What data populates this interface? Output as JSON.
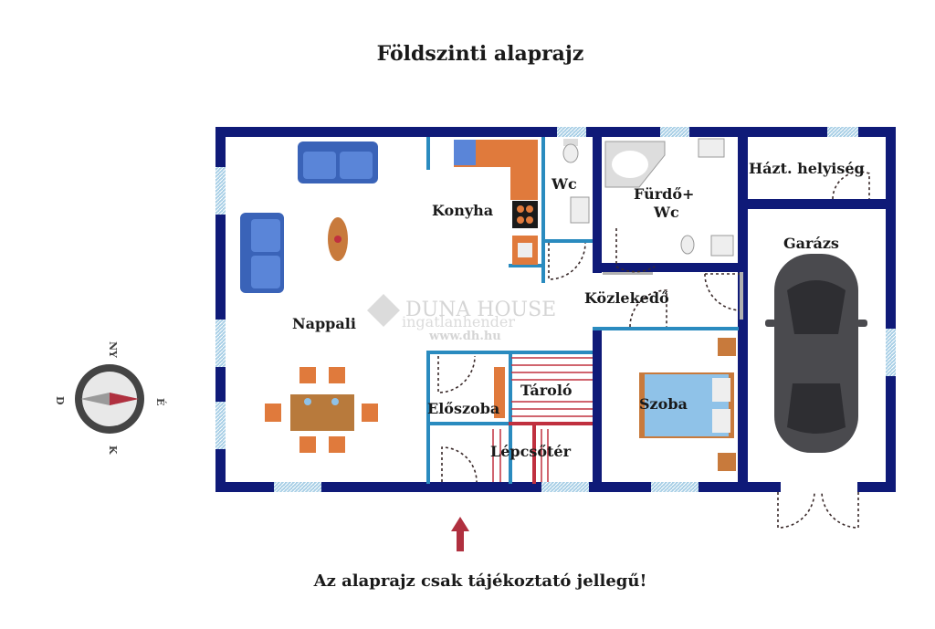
{
  "title": "Földszinti alaprajz",
  "disclaimer": "Az alaprajz csak tájékoztató jellegű!",
  "rooms": {
    "nappali": "Nappali",
    "konyha": "Konyha",
    "wc": "Wc",
    "furdo_line1": "Fürdő+",
    "furdo_line2": "Wc",
    "haztartasi": "Házt. helyiség",
    "garazs": "Garázs",
    "kozlekedo": "Közlekedő",
    "eloszoba": "Előszoba",
    "tarolo": "Tároló",
    "lepcsoter": "Lépcsőtér",
    "szoba": "Szoba"
  },
  "compass": {
    "north": "NY",
    "east": "É",
    "south": "K",
    "west": "D"
  },
  "watermark": {
    "brand": "DUNA HOUSE",
    "subtitle": "ingatlanhender",
    "url": "www.dh.hu"
  },
  "colors": {
    "wall": "#0f1a78",
    "window": "#a8cfe6",
    "inner_wall": "#2a8bbf",
    "entrance_arrow": "#b0303f",
    "furniture": "#3a63b8",
    "kitchen": "#e07a3c",
    "table": "#c87a3c",
    "bed": "#8fc2e8",
    "car": "#4a4a4e"
  }
}
